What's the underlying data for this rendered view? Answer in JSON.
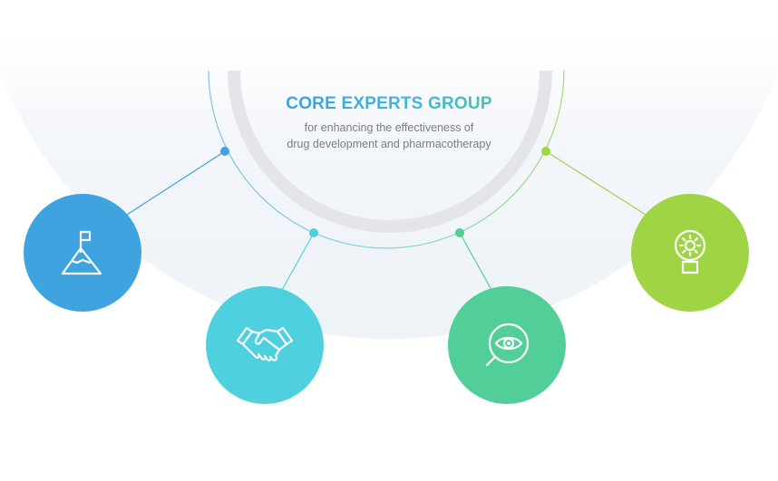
{
  "header": {
    "title": "CORE EXPERTS GROUP",
    "subtitle_line1": "for enhancing the effectiveness of",
    "subtitle_line2": "drug development and pharmacotherapy"
  },
  "nodes": [
    {
      "icon": "flag-mountain-icon",
      "color": "#3fa3df"
    },
    {
      "icon": "handshake-icon",
      "color": "#4fd0de"
    },
    {
      "icon": "eye-magnifier-icon",
      "color": "#52cf98"
    },
    {
      "icon": "lightbulb-gear-icon",
      "color": "#9fd445"
    }
  ],
  "colors": {
    "blue": "#3fa3df",
    "cyan": "#4fd0de",
    "teal": "#52cf98",
    "green": "#9fd445",
    "ring_gray": "#e5e6ea",
    "background_arc": "#f1f5f9"
  }
}
